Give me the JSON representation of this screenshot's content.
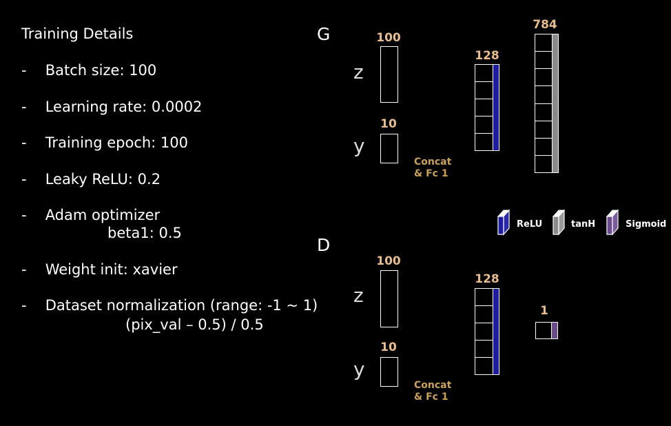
{
  "details": {
    "title": "Training Details",
    "items": [
      {
        "dash": "-",
        "text": "Batch size: 100"
      },
      {
        "dash": "-",
        "text": "Learning rate: 0.0002"
      },
      {
        "dash": "-",
        "text": "Training epoch: 100"
      },
      {
        "dash": "-",
        "text": "Leaky ReLU: 0.2"
      },
      {
        "dash": "-",
        "text": "Adam optimizer",
        "sub": "beta1: 0.5"
      },
      {
        "dash": "-",
        "text": "Weight init: xavier"
      },
      {
        "dash": "-",
        "text": "Dataset normalization (range: -1 ~ 1)",
        "sub": "(pix_val – 0.5) / 0.5"
      }
    ]
  },
  "generator": {
    "label": "G",
    "z_label": "z",
    "z_size": "100",
    "y_label": "y",
    "y_size": "10",
    "concat_label_1": "Concat",
    "concat_label_2": "& Fc 1",
    "hidden_size": "128",
    "output_size": "784"
  },
  "discriminator": {
    "label": "D",
    "z_label": "z",
    "z_size": "100",
    "y_label": "y",
    "y_size": "10",
    "concat_label_1": "Concat",
    "concat_label_2": "& Fc 1",
    "hidden_size": "128",
    "output_size": "1"
  },
  "legend": {
    "relu": "ReLU",
    "tanh": "tanH",
    "sigmoid": "Sigmoid"
  },
  "colors": {
    "relu": "#1c1c9c",
    "tanh": "#8a8a8a",
    "sigmoid": "#6c4b8c",
    "size_text": "#e7bc8f",
    "concat_text": "#c9a15a"
  }
}
